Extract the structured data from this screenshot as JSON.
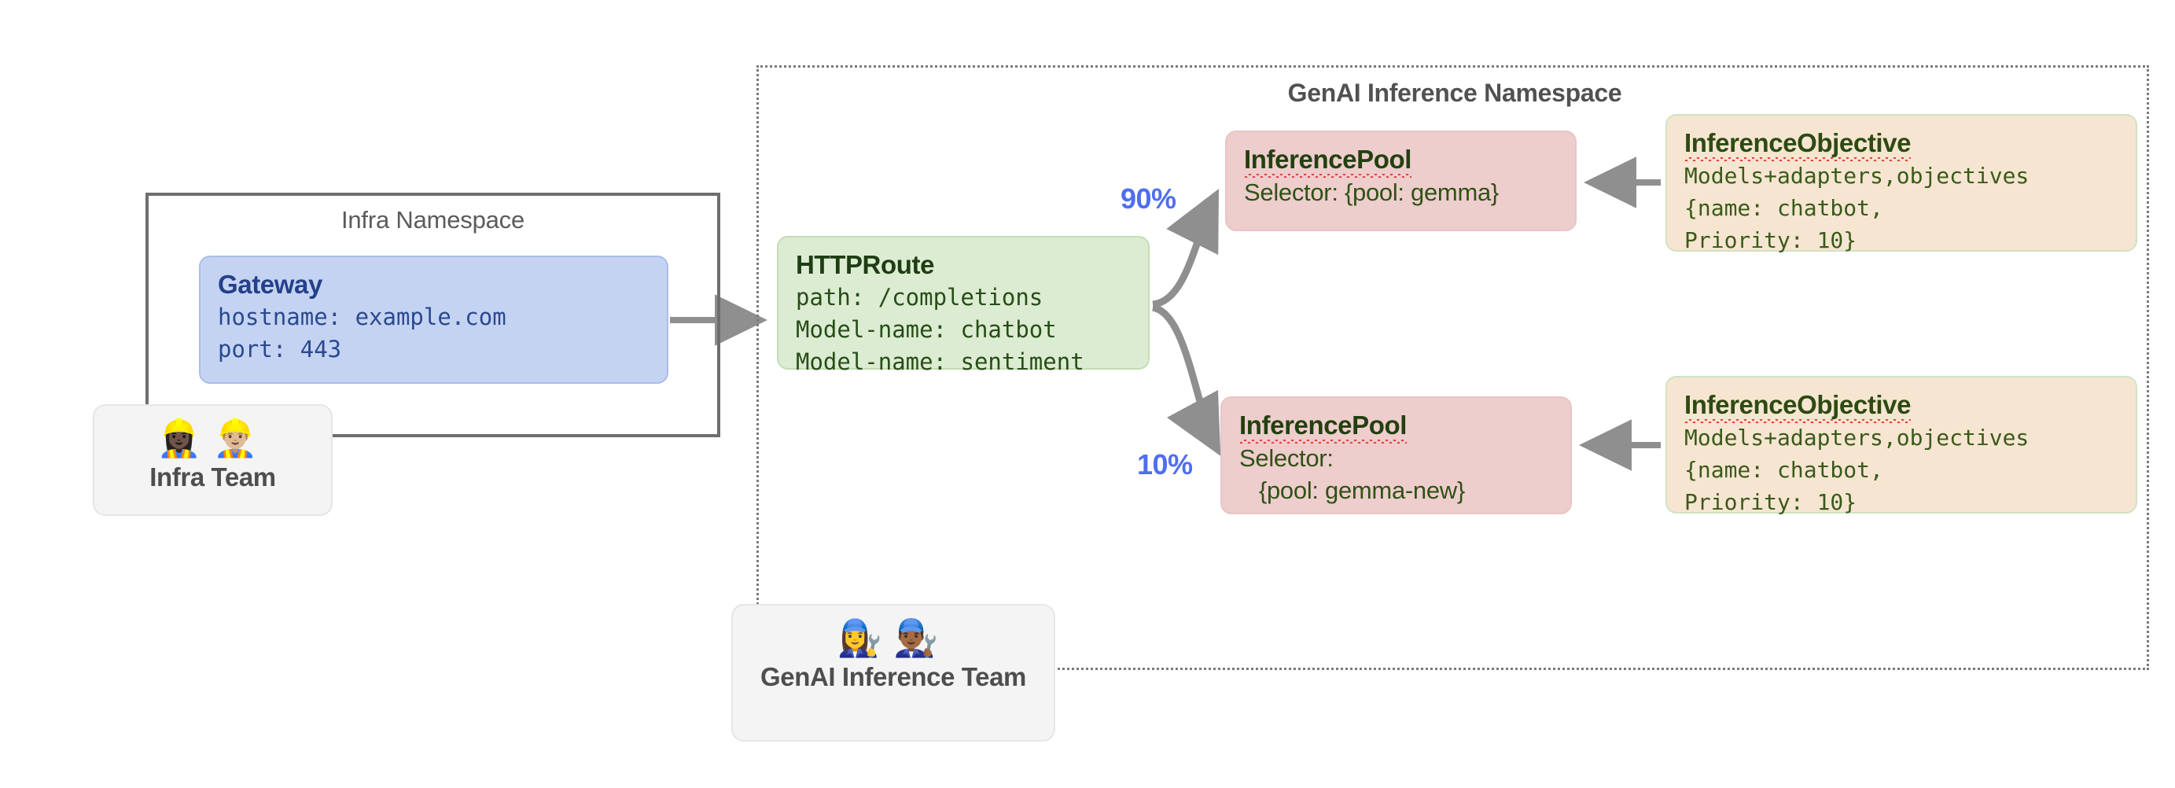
{
  "diagram": {
    "title": "Gateway API Inference Extension routing diagram",
    "colors": {
      "gateway_fill": "#c5d3f2",
      "gateway_text": "#24408a",
      "httproute_fill": "#dcecd2",
      "httproute_text": "#1e3d14",
      "inferencepool_fill": "#eecdcd",
      "inferencepool_text": "#23400f",
      "inferenceobjective_fill": "#f6e6d1",
      "inferenceobjective_text": "#2d4a12",
      "team_fill": "#f4f4f4",
      "percent_text": "#4f6ef0",
      "arrow": "#8f8f8f",
      "namespace_border": "#6e6e6e"
    }
  },
  "namespaces": {
    "infra": {
      "title": "Infra Namespace"
    },
    "genai": {
      "title": "GenAI Inference Namespace"
    }
  },
  "nodes": {
    "gateway": {
      "title": "Gateway",
      "lines": [
        "hostname: example.com",
        "port: 443"
      ]
    },
    "httproute": {
      "title": "HTTPRoute",
      "lines": [
        "path: /completions",
        "Model-name: chatbot",
        "Model-name: sentiment"
      ]
    },
    "inferencepool_gemma": {
      "title": "InferencePool",
      "lines": [
        "Selector: {pool: gemma}"
      ]
    },
    "inferencepool_gemma_new": {
      "title": "InferencePool",
      "lines": [
        "Selector:",
        "   {pool: gemma-new}"
      ]
    },
    "inferenceobjective_top": {
      "title": "InferenceObjective",
      "lines": [
        "Models+adapters,objectives",
        "{name: chatbot,",
        "Priority: 10}"
      ]
    },
    "inferenceobjective_bottom": {
      "title": "InferenceObjective",
      "lines": [
        "Models+adapters,objectives",
        "{name: chatbot,",
        "Priority: 10}"
      ]
    }
  },
  "teams": {
    "infra": {
      "label": "Infra Team",
      "emojis": "👷🏿‍♀️👷🏼‍♂️"
    },
    "genai": {
      "label": "GenAI Inference Team",
      "emojis": "👩‍🔧👨🏾‍🔧"
    }
  },
  "edges": {
    "gateway_to_httproute": {
      "label": ""
    },
    "httproute_to_pool_gemma": {
      "label": "90%"
    },
    "httproute_to_pool_gemma_new": {
      "label": "10%"
    },
    "objective_top_to_pool": {
      "label": ""
    },
    "objective_bottom_to_pool": {
      "label": ""
    }
  }
}
